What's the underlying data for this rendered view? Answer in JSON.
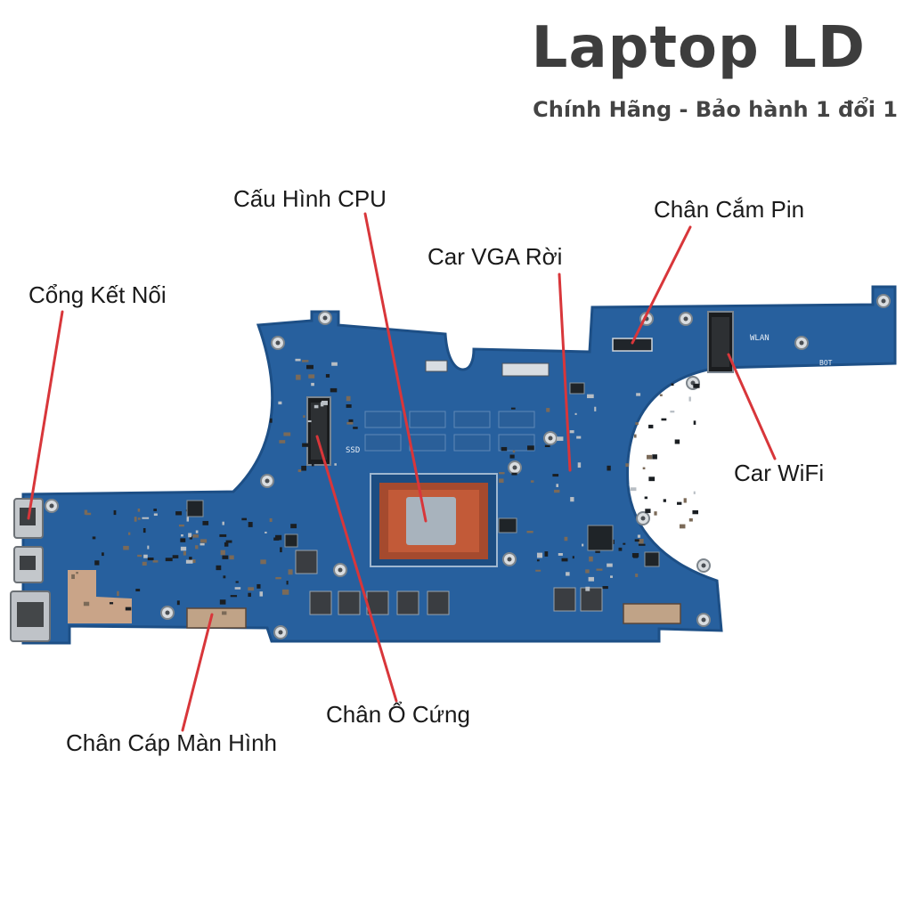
{
  "header": {
    "title": "Laptop LD",
    "subtitle": "Chính Hãng - Bảo hành 1 đổi 1"
  },
  "labels": {
    "cpu": "Cấu Hình CPU",
    "battery": "Chân Cắm Pin",
    "vga": "Car VGA Rời",
    "ports": "Cổng Kết Nối",
    "wifi": "Car WiFi",
    "ssd_slot": "Chân Ổ Cứng",
    "display_cable": "Chân Cáp Màn Hình",
    "ssd_silk": "SSD",
    "wlan_silk": "WLAN",
    "bot_silk": "BOT"
  },
  "colors": {
    "board": "#27609e",
    "board_dark": "#1d4f86",
    "leader": "#d8363a",
    "die": "#a8b3bd",
    "copper": "#c9a488"
  }
}
